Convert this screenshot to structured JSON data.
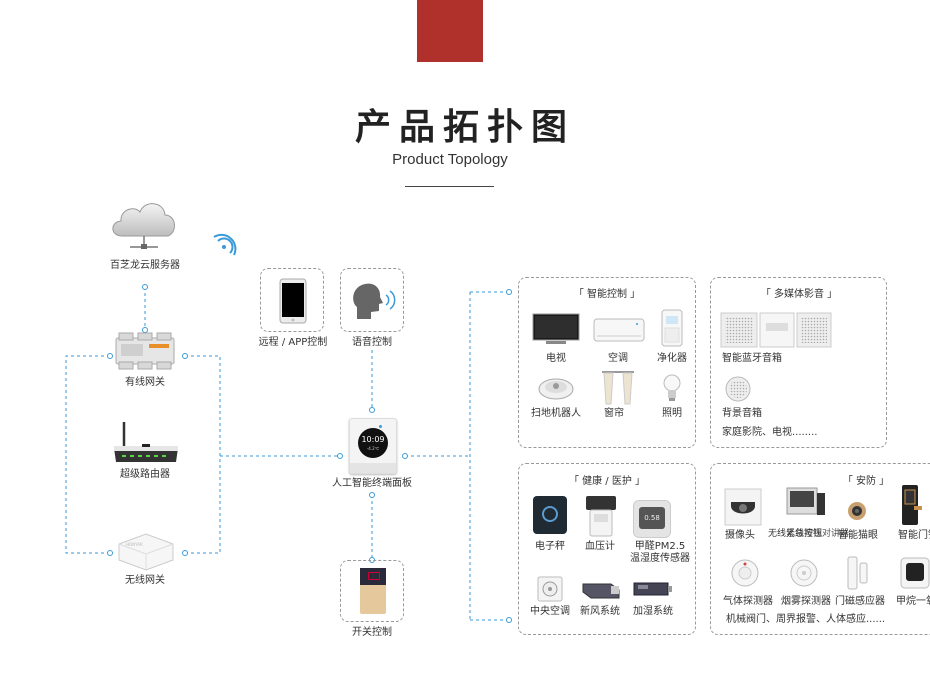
{
  "header": {
    "title": "产品拓扑图",
    "subtitle": "Product Topology"
  },
  "left_column": {
    "cloud_label": "百芝龙云服务器",
    "wired_gateway_label": "有线网关",
    "router_label": "超级路由器",
    "wireless_gateway_label": "无线网关",
    "wireless_gateway_brand": "HONYAR"
  },
  "center": {
    "remote_app_label": "远程 / APP控制",
    "voice_label": "语音控制",
    "panel_label": "人工智能终端面板",
    "panel_time": "10:09",
    "panel_temp": "-4.2℃",
    "switch_label": "开关控制"
  },
  "sections": {
    "smart_control": {
      "title": "「 智能控制 」",
      "items": [
        "电视",
        "空调",
        "净化器",
        "扫地机器人",
        "窗帘",
        "照明"
      ]
    },
    "multimedia": {
      "title": "「 多媒体影音 」",
      "items": [
        "智能蓝牙音箱",
        "背景音箱"
      ],
      "note": "家庭影院、电视........"
    },
    "health": {
      "title": "「 健康 / 医护 」",
      "items": [
        "电子秤",
        "血压计",
        "甲醛PM2.5",
        "温湿度传感器",
        "中央空调",
        "新风系统",
        "加湿系统"
      ],
      "display_value": "0.58"
    },
    "security": {
      "title": "「 安防 」",
      "items": [
        "摄像头",
        "无线紧急按钮",
        "无线可视对讲器",
        "智能猫眼",
        "智能门锁",
        "气体探测器",
        "烟雾探测器",
        "门磁感应器",
        "甲烷一氧化碳"
      ],
      "note": "机械阀门、周界报警、人体感应......"
    }
  },
  "colors": {
    "accent_red": "#b0302b",
    "connector_blue": "#3a9ad9"
  }
}
